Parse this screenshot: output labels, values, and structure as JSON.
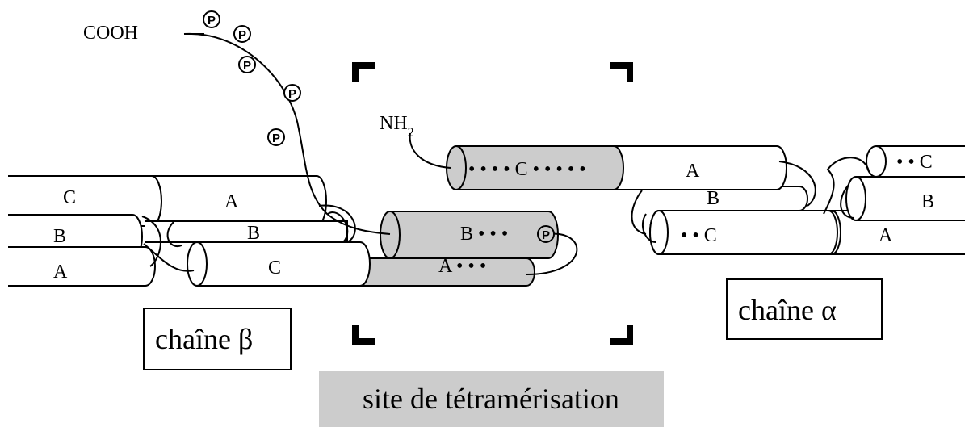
{
  "colors": {
    "shade": "#cccccc",
    "line": "#000000",
    "background": "#ffffff"
  },
  "terminals": {
    "cooh": "COOH",
    "nh2": "NH",
    "nh2_sub": "2"
  },
  "phospho_symbol": "P",
  "beta_helices": {
    "c1": "C",
    "a1": "A",
    "b1": "B",
    "b2": "B",
    "a2": "A",
    "c2": "C",
    "b3": "B • • •",
    "a3": "A • • •"
  },
  "alpha_helices": {
    "c_long": "• • • • C • • • • •",
    "a1": "A",
    "b1": "B",
    "c2": "•  •   C",
    "a2": "A",
    "c3": "• •  C",
    "b2": "B"
  },
  "labels": {
    "beta_chain": "chaîne β",
    "alpha_chain": "chaîne α",
    "site": "site de tétramérisation"
  }
}
